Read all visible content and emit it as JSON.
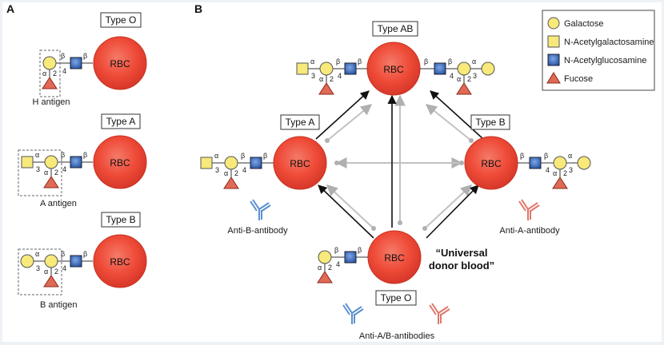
{
  "panels": {
    "a": "A",
    "b": "B"
  },
  "rbc_label": "RBC",
  "types": {
    "o": "Type O",
    "a": "Type A",
    "b": "Type B",
    "ab": "Type AB"
  },
  "antigens": {
    "h": "H antigen",
    "a": "A antigen",
    "b": "B antigen"
  },
  "bonds": {
    "alpha": "α",
    "beta": "β",
    "n2": "2",
    "n3": "3",
    "n4": "4"
  },
  "antibodies": {
    "anti_b": "Anti-B-antibody",
    "anti_a": "Anti-A-antibody",
    "anti_ab": "Anti-A/B-antibodies"
  },
  "universal": {
    "line1": "“Universal",
    "line2": "donor blood”"
  },
  "legend": [
    {
      "label": "Galactose",
      "shape": "circle",
      "color": "#f7e97a"
    },
    {
      "label": "N-Acetylgalactosamine",
      "shape": "square",
      "color": "#f7e97a"
    },
    {
      "label": "N-Acetylglucosamine",
      "shape": "square",
      "color": "#2f62b7"
    },
    {
      "label": "Fucose",
      "shape": "triangle",
      "color": "#e06a55"
    }
  ],
  "colors": {
    "rbc": "#ef4b3a",
    "galactose": "#f7e97a",
    "glcnac": "#2f62b7",
    "fucose": "#e06a55",
    "anti_b_antibody": "#5b8fd0",
    "anti_a_antibody": "#e0786a"
  }
}
